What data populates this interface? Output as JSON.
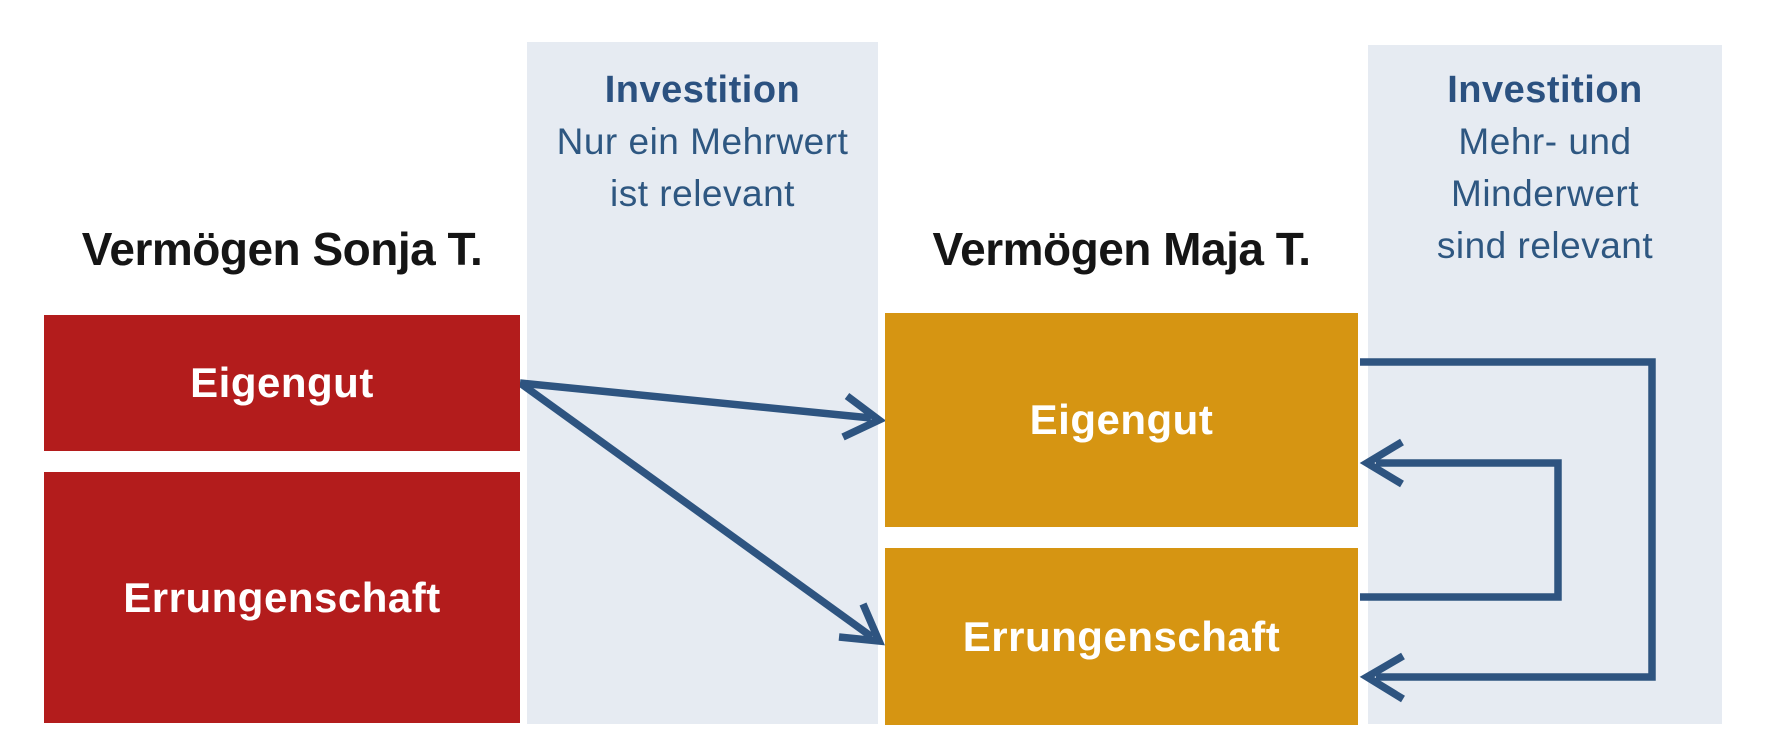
{
  "colors": {
    "background": "#ffffff",
    "red_box": "#b31c1c",
    "orange_box": "#d69512",
    "panel_blue": "#e6ebf2",
    "arrow_blue": "#2e5480",
    "heading_text": "#151515",
    "box_label_text": "#ffffff",
    "panel_title_text": "#2b5180",
    "panel_body_text": "#2e5781"
  },
  "left_group": {
    "title": "Vermögen Sonja T.",
    "boxes": [
      {
        "label": "Eigengut"
      },
      {
        "label": "Errungenschaft"
      }
    ]
  },
  "middle_panel": {
    "title": "Investition",
    "lines": [
      "Nur ein Mehrwert",
      "ist relevant"
    ]
  },
  "right_group": {
    "title": "Vermögen Maja T.",
    "boxes": [
      {
        "label": "Eigengut"
      },
      {
        "label": "Errungenschaft"
      }
    ]
  },
  "right_panel": {
    "title": "Investition",
    "lines": [
      "Mehr- und",
      "Minderwert",
      "sind relevant"
    ]
  },
  "arrows": [
    {
      "from": "Sonja Eigengut",
      "to": "Maja Eigengut",
      "style": "diagonal"
    },
    {
      "from": "Sonja Eigengut",
      "to": "Maja Errungenschaft",
      "style": "diagonal"
    },
    {
      "from": "Maja Eigengut",
      "to": "Maja Errungenschaft",
      "style": "right-loop-outer"
    },
    {
      "from": "Maja Errungenschaft",
      "to": "Maja Eigengut",
      "style": "right-loop-inner"
    }
  ]
}
